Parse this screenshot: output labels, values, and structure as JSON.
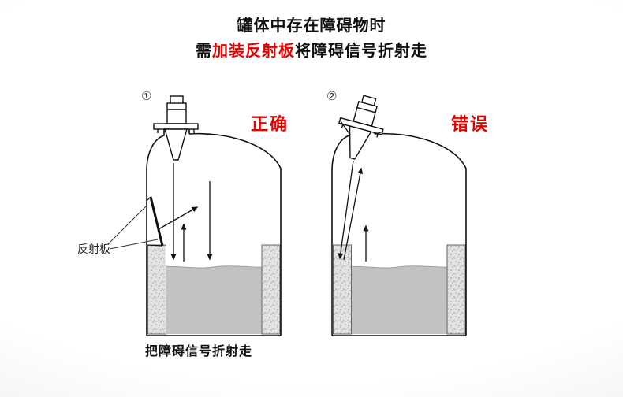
{
  "page": {
    "title_line1": "罐体中存在障碍物时",
    "title_line2_prefix": "需",
    "title_line2_highlight": "加装反射板",
    "title_line2_suffix": "将障碍信号折射走"
  },
  "diagrams": {
    "left": {
      "index": "①",
      "verdict": "正确"
    },
    "right": {
      "index": "②",
      "verdict": "错误"
    }
  },
  "labels": {
    "reflector": "反射板",
    "caption": "把障碍信号折射走"
  },
  "colors": {
    "highlight": "#e60000",
    "verdict": "#e60000",
    "ink": "#1a1a1a",
    "liquid": "#c2c2c2",
    "liquid_edge": "#9e9e9e",
    "wall_block": "#e3e3e3"
  },
  "icons": {
    "sensor": "radar-level-sensor-icon",
    "arrow": "signal-arrow-icon"
  }
}
